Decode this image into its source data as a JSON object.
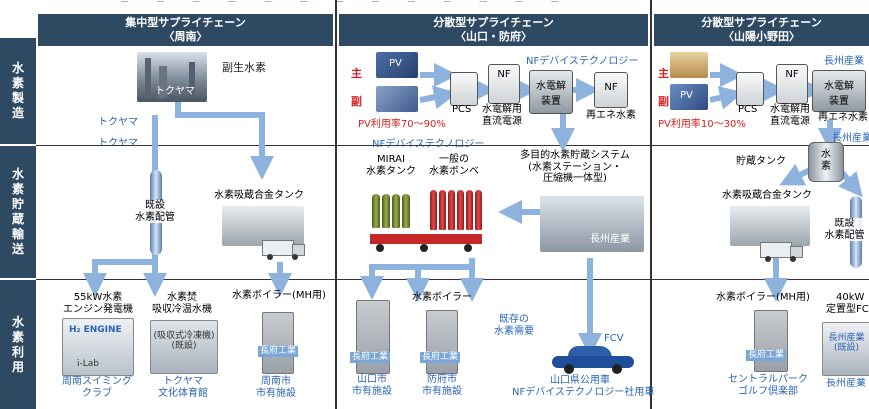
{
  "header": {
    "top_caption": "ー ー ー ー ー ー ー ー ー ー ー ー ー",
    "col1_title": "集中型サプライチェーン",
    "col1_sub": "〈周南〉",
    "col2_title": "分散型サプライチェーン",
    "col2_sub": "〈山口・防府〉",
    "col3_title": "分散型サプライチェーン",
    "col3_sub": "〈山陽小野田〉"
  },
  "rows": {
    "production": "水素製造",
    "storage": "水素貯蔵輸送",
    "use": "水素利用"
  },
  "col1": {
    "byproduct": "副生水素",
    "tokuyama_photo": "トクヤマ",
    "tokuyama1": "トクヤマ",
    "tokuyama2": "トクヤマ",
    "pipe_l1": "既設",
    "pipe_l2": "水素配管",
    "alloy_tank": "水素吸蔵合金タンク",
    "engine_l1": "55kW水素",
    "engine_l2": "エンジン発電機",
    "engine_photo": "H₂ ENGINE",
    "engine_lab": "i-Lab",
    "chiller_l1": "水素焚",
    "chiller_l2": "吸収冷温水機",
    "chiller_photo_l1": "(吸収式冷凍機)",
    "chiller_photo_l2": "(既設)",
    "boiler_mh": "水素ボイラー(MH用)",
    "choshu_tag": "長府工業",
    "site1_l1": "周南スイミング",
    "site1_l2": "クラブ",
    "site2_l1": "トクヤマ",
    "site2_l2": "文化体育館",
    "site3_l1": "周南市",
    "site3_l2": "市有施設"
  },
  "col2": {
    "main": "主",
    "sub": "副",
    "pv": "PV",
    "pv_rate": "PV利用率70～90%",
    "pcs": "PCS",
    "nf_label": "NF",
    "rectifier_l1": "水電解用",
    "rectifier_l2": "直流電源",
    "nf_device_tech": "NFデバイステクノロジー",
    "electrolyzer_l1": "水電解",
    "electrolyzer_l2": "装置",
    "renewable_h2": "再エネ水素",
    "nf_device_tech2": "NFデバイステクノロジー",
    "mirai_l1": "MIRAI",
    "mirai_l2": "水素タンク",
    "cylinder_l1": "一般の",
    "cylinder_l2": "水素ボンベ",
    "storage_sys_l1": "多目的水素貯蔵システム",
    "storage_sys_l2": "(水素ステーション・",
    "storage_sys_l3": "圧縮機一体型)",
    "choshu_sangyo": "長州産業",
    "boiler": "水素ボイラー",
    "existing_l1": "既存の",
    "existing_l2": "水素需要",
    "choshu_tag1": "長府工業",
    "choshu_tag2": "長府工業",
    "site1_l1": "山口市",
    "site1_l2": "市有施設",
    "site2_l1": "防府市",
    "site2_l2": "市有施設",
    "fcv": "FCV",
    "fcv_l1": "山口県公用車",
    "fcv_l2": "NFデバイステクノロジー社用車"
  },
  "col3": {
    "main": "主",
    "sub": "副",
    "pv": "PV",
    "pv_rate": "PV利用率10～30%",
    "pcs": "PCS",
    "nf_label": "NF",
    "rectifier_l1": "水電解用",
    "rectifier_l2": "直流電源",
    "choshu1": "長州産業",
    "electrolyzer_l1": "水電解",
    "electrolyzer_l2": "装置",
    "renewable_h2": "再エネ水素",
    "choshu2": "長州産業",
    "storage_tank": "貯蔵タンク",
    "tank_label": "水素",
    "alloy_tank": "水素吸蔵合金タンク",
    "pipe_l1": "既設",
    "pipe_l2": "水素配管",
    "boiler_mh": "水素ボイラー(MH用)",
    "fc_l1": "40kW",
    "fc_l2": "定置型FC",
    "choshu_tag": "長府工業",
    "fc_photo_l1": "長州産業",
    "fc_photo_l2": "(既設)",
    "site1_l1": "セントラルパーク",
    "site1_l2": "ゴルフ倶楽部",
    "site2": "長州産業"
  },
  "colors": {
    "header_bg": "#2e4a63",
    "arrow": "#8eb2de",
    "blue_text": "#2a65b8",
    "red_text": "#d92020"
  }
}
